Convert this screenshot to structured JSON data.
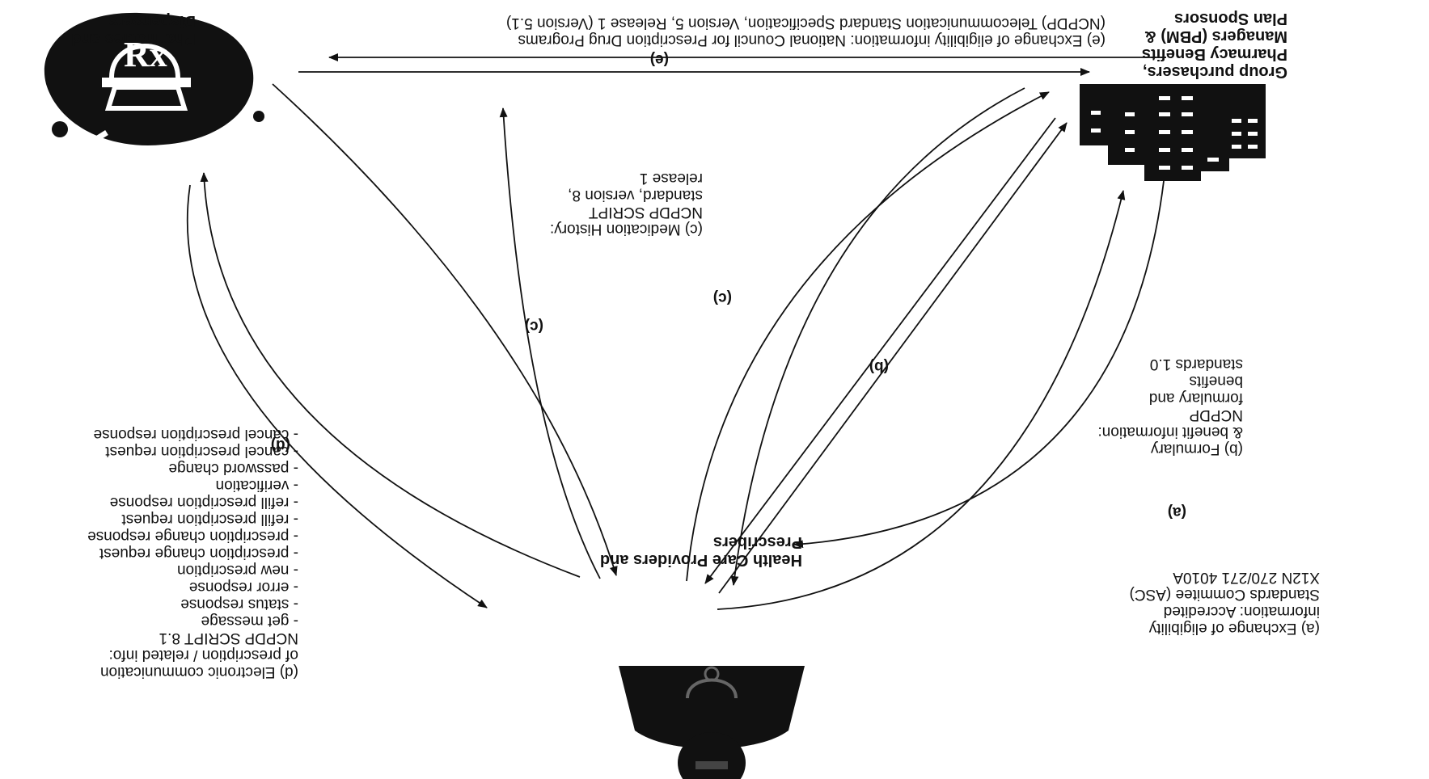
{
  "nodes": {
    "group_purchasers": "Group purchasers,\nPharmacy Benefits\nManagers (PBM) &\nPlan Sponsors",
    "pharmacies": "Pharmacies and\nDispensers",
    "providers": "Health Care Providers and\nPrescribers"
  },
  "flows": {
    "a_tag": "(a)",
    "a_text": "(a) Exchange of eligibility\ninformation: Accredited\nStandards Commitee (ASC)\nX12N 270/271 4010A",
    "b_tag": "(b)",
    "b_text": "(b) Formulary\n& benefit information:\nNCPDP\nformulary and\nbenefits\nstandards 1.0",
    "c_tag_left": "(c)",
    "c_tag_right": "(c)",
    "c_text": "(c) Medication History:\nNCPDP SCRIPT\nstandard, version 8,\nrelease 1",
    "d_tag": "(d)",
    "d_text": "(d) Electronic communication\nof prescription / related info:\nNCPDP SCRIPT 8.1\n- get message\n- status response\n- error response\n- new prescription\n- prescription change request\n- prescription change response\n- refill prescription request\n- refill prescription response\n- verification\n- password change\n- cancel prescription request\n- cancel prescription response",
    "e_tag": "(e)",
    "e_text": "(e) Exchange of eligibility information: National Council for Prescription Drug Programs\n(NCPDP) Telecommunication Standard Specification, Version 5, Release 1 (Version 5.1)"
  },
  "icons": [
    "building-icon",
    "mortar-pestle-rx-icon",
    "doctor-icon"
  ],
  "rx_glyph": "Rx"
}
